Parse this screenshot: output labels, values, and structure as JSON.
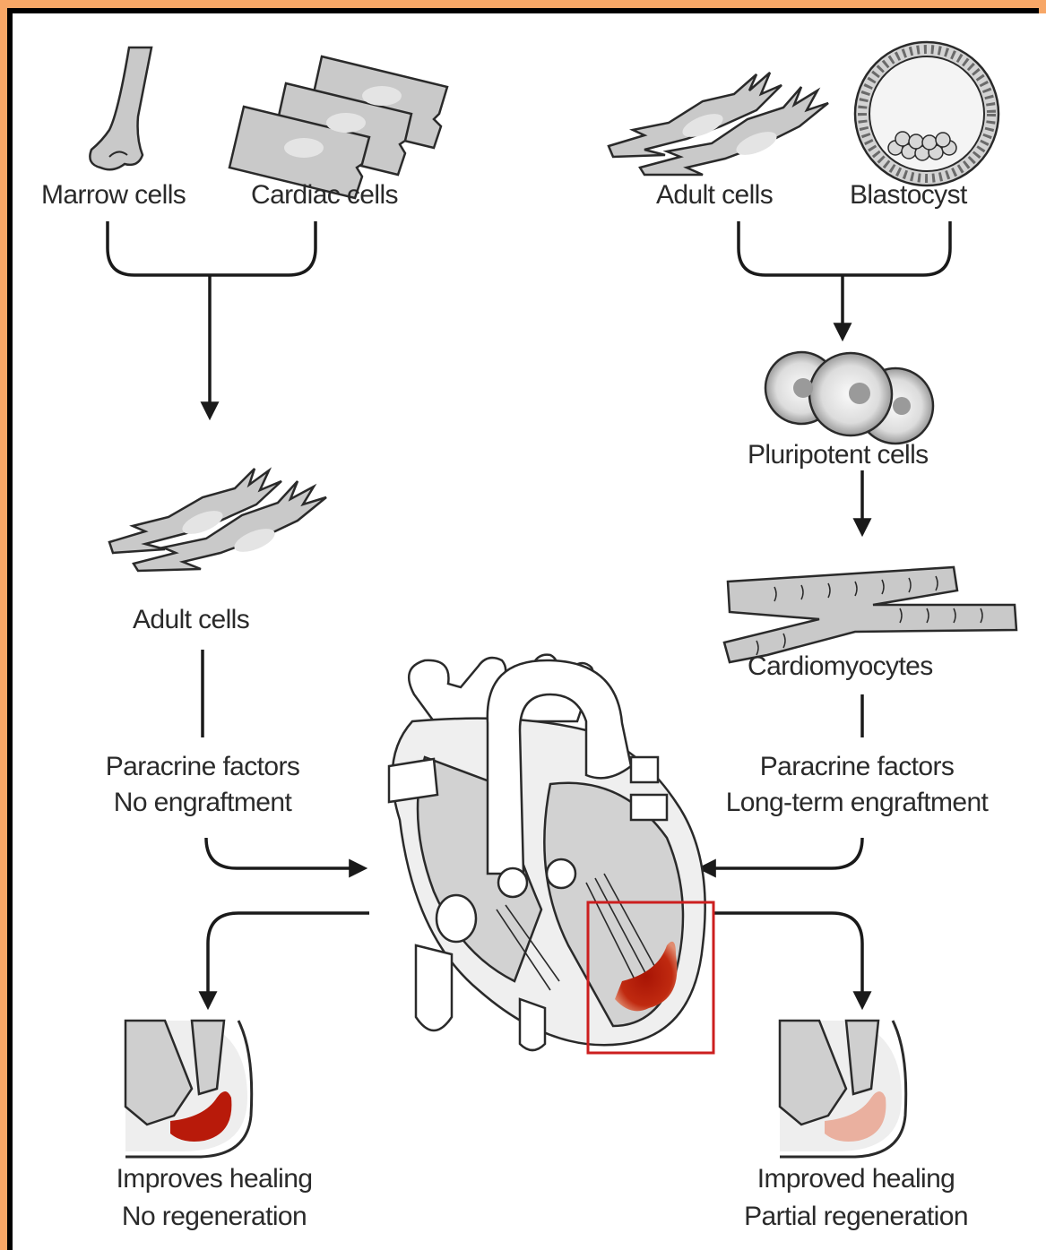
{
  "labels": {
    "marrow_cells": "Marrow cells",
    "cardiac_cells": "Cardiac cells",
    "adult_cells_top": "Adult cells",
    "blastocyst": "Blastocyst",
    "pluripotent_cells": "Pluripotent cells",
    "adult_cells_left": "Adult cells",
    "cardiomyocytes": "Cardiomyocytes",
    "left_path_line1": "Paracrine factors",
    "left_path_line2": "No engraftment",
    "right_path_line1": "Paracrine factors",
    "right_path_line2": "Long-term engraftment",
    "left_outcome_line1": "Improves healing",
    "left_outcome_line2": "No regeneration",
    "right_outcome_line1": "Improved healing",
    "right_outcome_line2": "Partial regeneration"
  },
  "colors": {
    "frame": "#f7a767",
    "cell_fill": "#c8c8c8",
    "outline": "#2a2a2a",
    "infarct": "#b81a0a",
    "infarct_partial": "#eab09f",
    "highlight_box": "#cc1f1f"
  }
}
